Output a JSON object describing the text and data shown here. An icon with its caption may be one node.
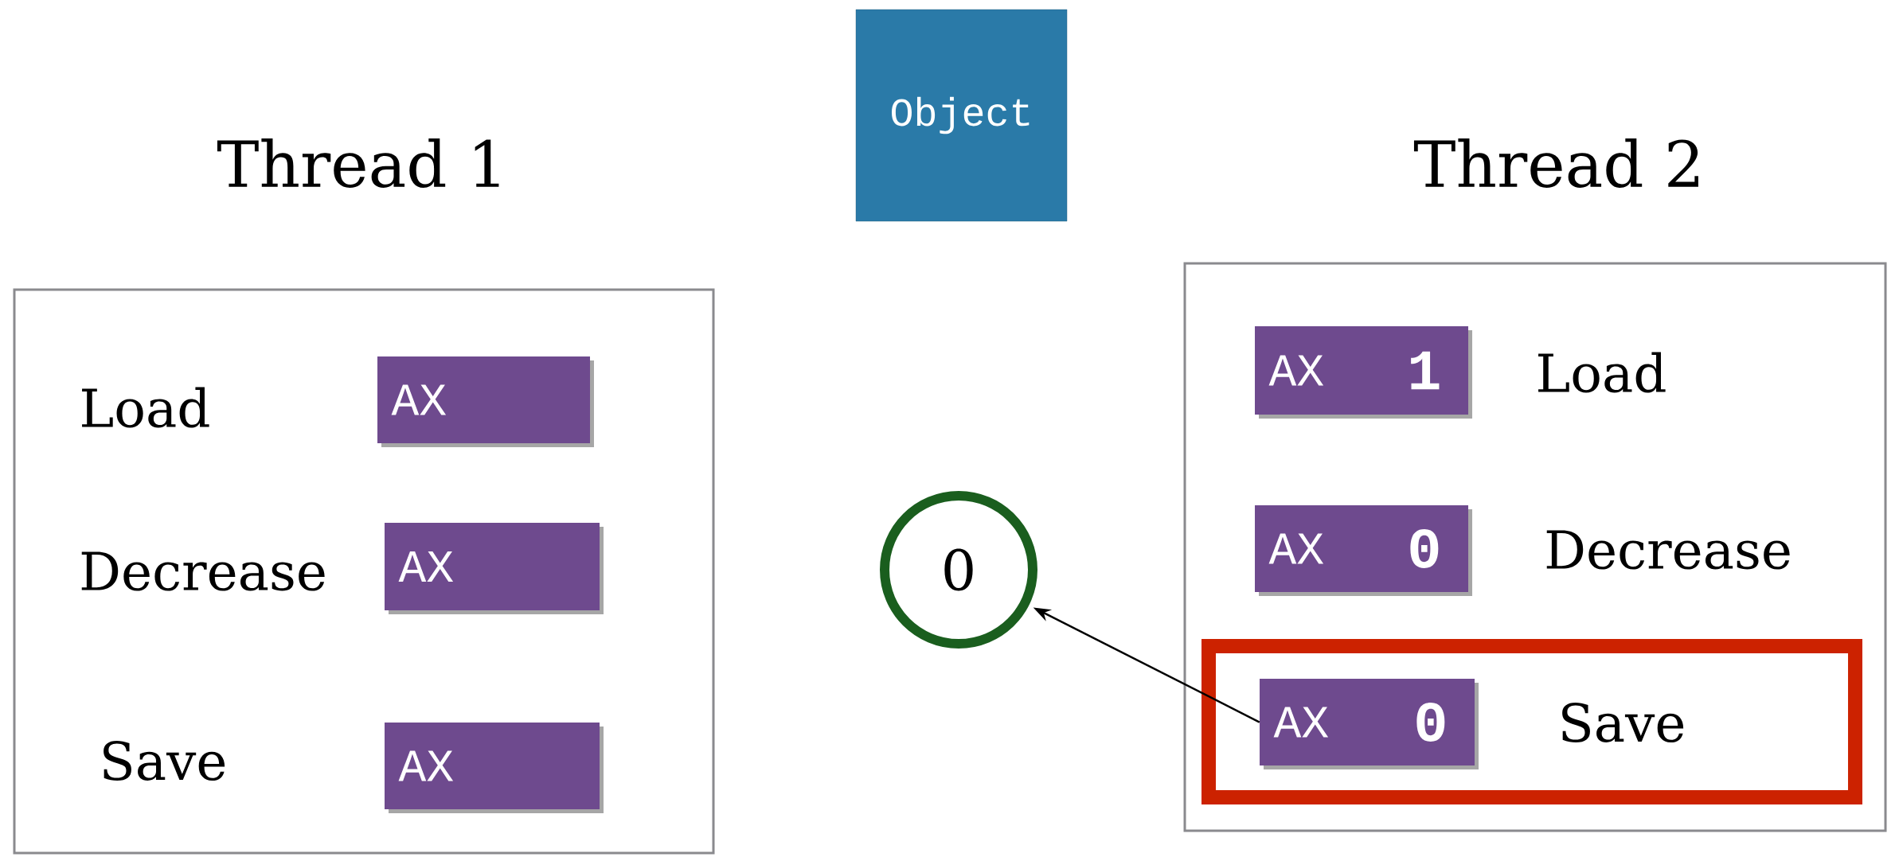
{
  "diagram": {
    "nodes": [
      {
        "text": [
          "Object"
        ]
      },
      {
        "text": [
          "Thread 1"
        ]
      },
      {
        "text": [
          "AX"
        ],
        "beside": [
          "Load"
        ],
        "in": 1
      },
      {
        "text": [
          "AX"
        ],
        "beside": [
          "Decrease"
        ],
        "in": 1
      },
      {
        "text": [
          "AX"
        ],
        "beside": [
          "Save"
        ],
        "in": 1
      },
      {
        "text": [
          "Thread 2"
        ]
      },
      {
        "text": [
          "AX",
          "1"
        ],
        "beside": [
          "Load"
        ],
        "in": 5
      },
      {
        "text": [
          "AX",
          "0"
        ],
        "beside": [
          "Decrease"
        ],
        "in": 5
      },
      {
        "text": [
          "Save"
        ],
        "in": 5
      },
      {
        "text": [
          "AX",
          "0"
        ],
        "in": 8
      },
      {
        "text": [
          "0"
        ]
      }
    ],
    "edges": [
      {
        "from": 9,
        "to": 10,
        "arrow": "to"
      }
    ]
  }
}
